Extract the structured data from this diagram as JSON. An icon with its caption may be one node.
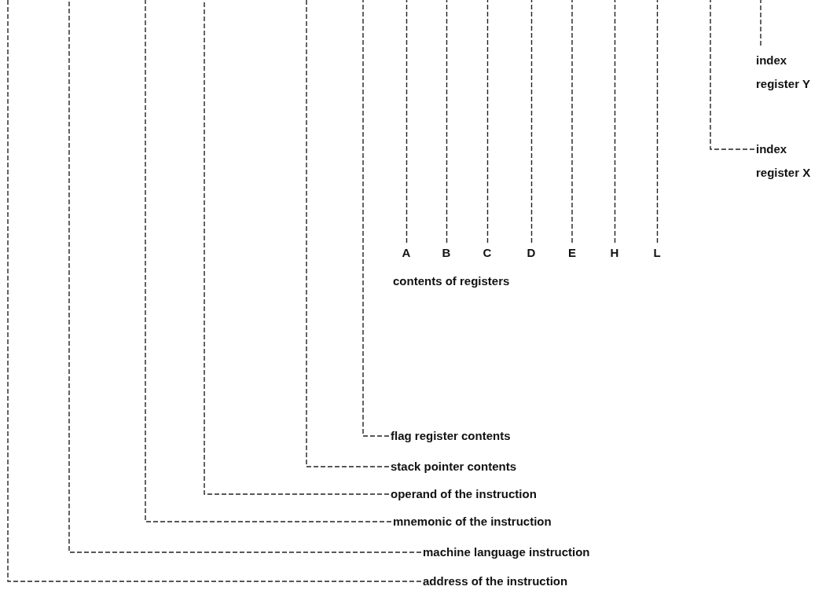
{
  "diagram": {
    "nodes": [
      {
        "text": [
          "index register Y"
        ]
      },
      {
        "text": [
          "index register X"
        ]
      },
      {
        "text": [
          "A"
        ]
      },
      {
        "text": [
          "B"
        ]
      },
      {
        "text": [
          "C"
        ]
      },
      {
        "text": [
          "D"
        ]
      },
      {
        "text": [
          "E"
        ]
      },
      {
        "text": [
          "H"
        ]
      },
      {
        "text": [
          "L"
        ]
      },
      {
        "text": [
          "flag register contents"
        ]
      },
      {
        "text": [
          "stack pointer contents"
        ]
      },
      {
        "text": [
          "operand of the instruction"
        ]
      },
      {
        "text": [
          "mnemonic of the instruction"
        ]
      },
      {
        "text": [
          "machine language instruction"
        ]
      },
      {
        "text": [
          "address of the instruction"
        ]
      }
    ],
    "edges": [
      {
        "from": 0,
        "to": null,
        "arrow": "none",
        "style": "dashed"
      },
      {
        "from": 1,
        "to": null,
        "arrow": "none",
        "style": "dashed"
      },
      {
        "from": 2,
        "to": null,
        "arrow": "none",
        "style": "dashed"
      },
      {
        "from": 3,
        "to": null,
        "arrow": "none",
        "style": "dashed"
      },
      {
        "from": 4,
        "to": null,
        "arrow": "none",
        "style": "dashed"
      },
      {
        "from": 5,
        "to": null,
        "arrow": "none",
        "style": "dashed"
      },
      {
        "from": 6,
        "to": null,
        "arrow": "none",
        "style": "dashed"
      },
      {
        "from": 7,
        "to": null,
        "arrow": "none",
        "style": "dashed"
      },
      {
        "from": 8,
        "to": null,
        "arrow": "none",
        "style": "dashed"
      },
      {
        "from": 9,
        "to": null,
        "arrow": "none",
        "style": "dashed"
      },
      {
        "from": 10,
        "to": null,
        "arrow": "none",
        "style": "dashed"
      },
      {
        "from": 11,
        "to": null,
        "arrow": "none",
        "style": "dashed"
      },
      {
        "from": 12,
        "to": null,
        "arrow": "none",
        "style": "dashed"
      },
      {
        "from": 13,
        "to": null,
        "arrow": "none",
        "style": "dashed"
      },
      {
        "from": 14,
        "to": null,
        "arrow": "none",
        "style": "dashed"
      }
    ],
    "labels": [
      "contents of registers"
    ]
  }
}
